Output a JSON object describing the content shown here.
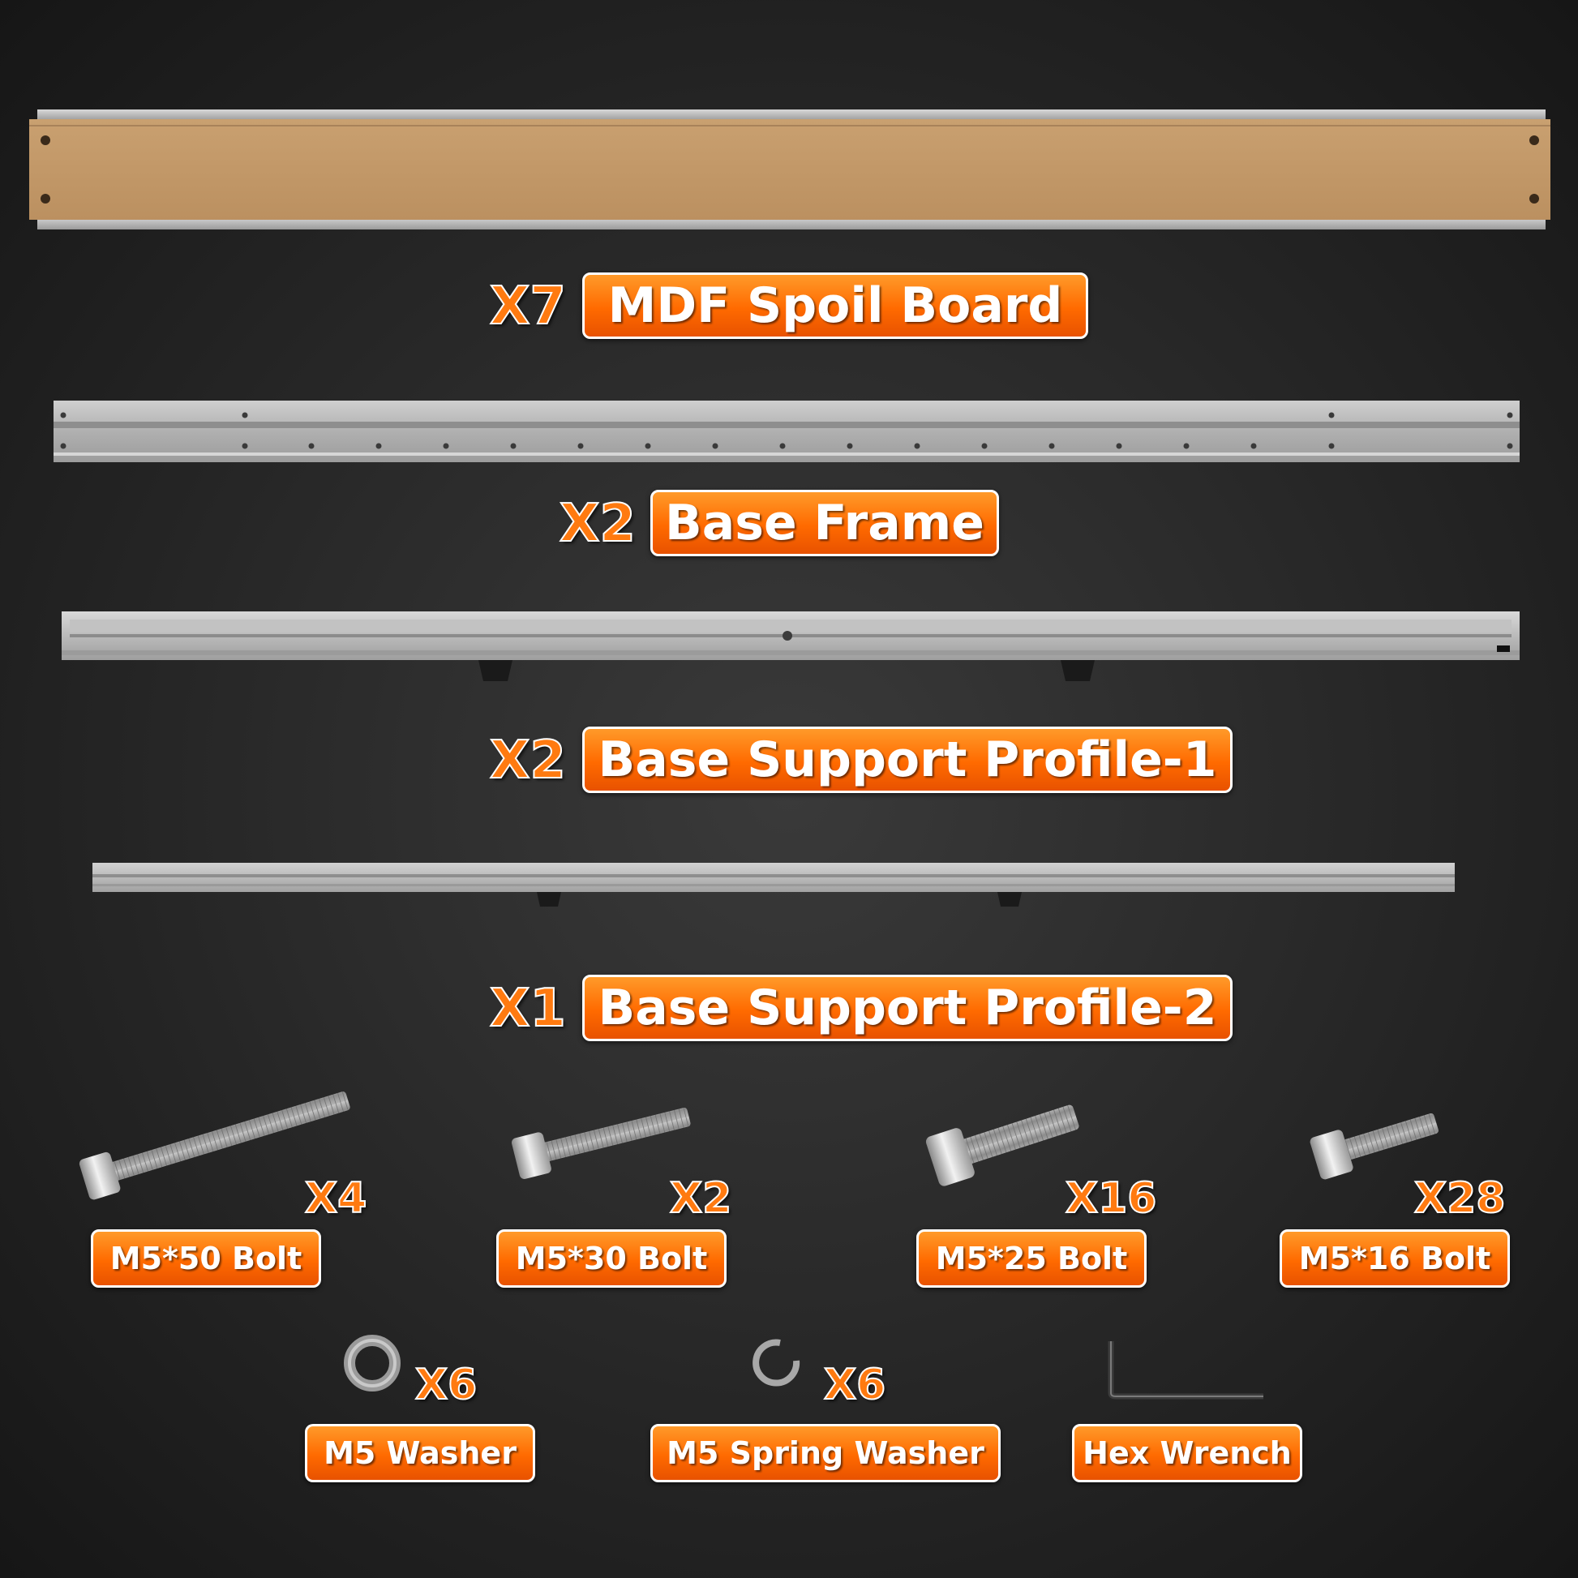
{
  "parts": {
    "mdf_spoil_board": {
      "quantity": "X7",
      "label": "MDF Spoil Board"
    },
    "base_frame": {
      "quantity": "X2",
      "label": "Base Frame"
    },
    "base_support_profile_1": {
      "quantity": "X2",
      "label": "Base Support Profile-1"
    },
    "base_support_profile_2": {
      "quantity": "X1",
      "label": "Base Support Profile-2"
    }
  },
  "hardware": {
    "m5x50_bolt": {
      "quantity": "X4",
      "label": "M5*50 Bolt"
    },
    "m5x30_bolt": {
      "quantity": "X2",
      "label": "M5*30 Bolt"
    },
    "m5x25_bolt": {
      "quantity": "X16",
      "label": "M5*25 Bolt"
    },
    "m5x16_bolt": {
      "quantity": "X28",
      "label": "M5*16 Bolt"
    },
    "m5_washer": {
      "quantity": "X6",
      "label": "M5 Washer"
    },
    "m5_spring_washer": {
      "quantity": "X6",
      "label": "M5 Spring Washer"
    },
    "hex_wrench": {
      "label": "Hex Wrench"
    }
  },
  "colors": {
    "label_orange": "#ff6a00",
    "label_border": "#ffffff",
    "mdf_tan": "#c69a6a",
    "aluminum": "#b8b8b8",
    "background": "#2a2a2a"
  }
}
